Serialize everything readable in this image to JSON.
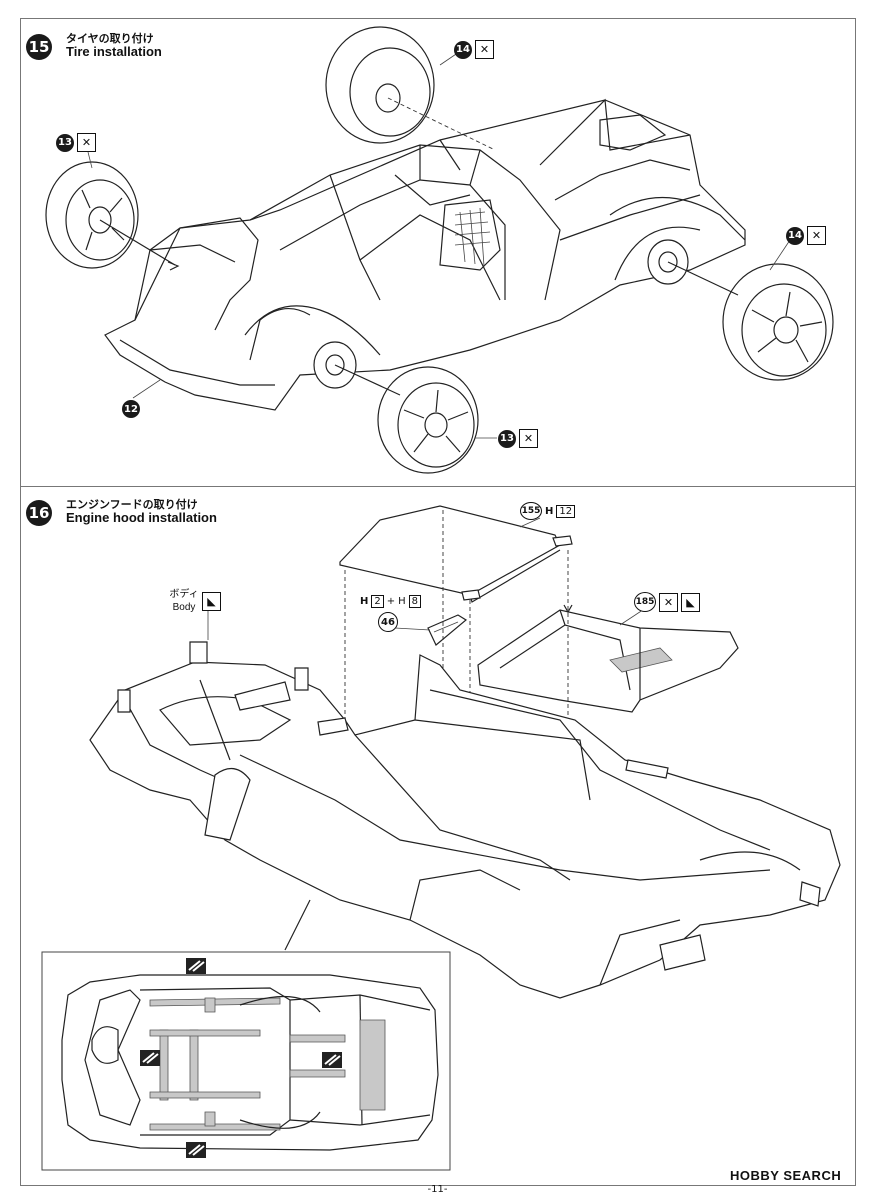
{
  "steps": [
    {
      "number": "15",
      "title_jp": "タイヤの取り付け",
      "title_en": "Tire installation"
    },
    {
      "number": "16",
      "title_jp": "エンジンフードの取り付け",
      "title_en": "Engine hood installation"
    }
  ],
  "step15_callouts": {
    "part_12": "12",
    "part_13_top": "13",
    "part_13_bottom": "13",
    "part_14_top": "14",
    "part_14_right": "14"
  },
  "step16_callouts": {
    "part_155": "155",
    "part_155_paint": "12",
    "part_46": "46",
    "part_46_paint_a": "2",
    "part_46_paint_b": "8",
    "part_185": "185",
    "body_jp": "ボディ",
    "body_en": "Body"
  },
  "paint_prefix": "H",
  "icons": [
    "glue-cross-icon",
    "cement-icon",
    "decal-icon"
  ],
  "page_number": "-11-",
  "watermark": "HOBBY SEARCH"
}
